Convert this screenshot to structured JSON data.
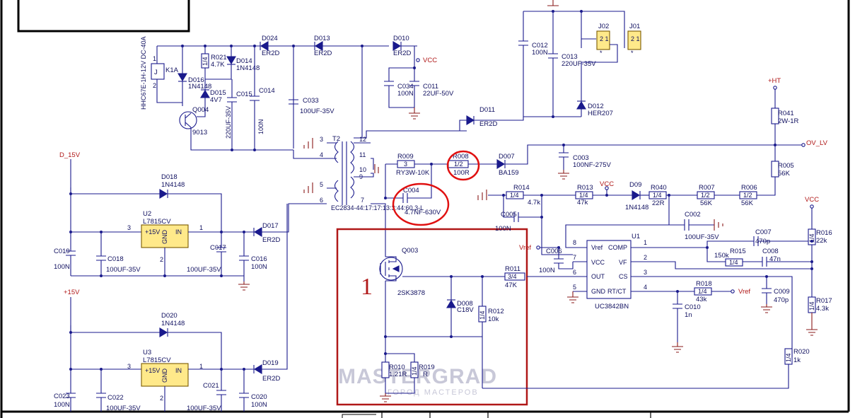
{
  "labels": {
    "relay": "HHC67E-1H-12V DC-40A",
    "k1a": "K1A",
    "j": "J",
    "pin1": "1",
    "pin2": "2",
    "r021": "R021",
    "r021_v": "4.7K",
    "r021_p": "1/4",
    "d014": "D014",
    "d014_v": "1N4148",
    "d016": "D016",
    "d016_v": "1N4148",
    "d015": "D015",
    "d015_v": "4V7",
    "q004": "Q004",
    "q004_v": "9013",
    "c015": "C015",
    "c015_v": "220UF-35V",
    "c014": "C014",
    "c014_v": "100N",
    "c033": "C033",
    "c033_v": "100UF-35V",
    "d024": "D024",
    "d024_v": "ER2D",
    "d013": "D013",
    "d013_v": "ER2D",
    "d010": "D010",
    "d010_v": "ER2D",
    "vcc1": "VCC",
    "c034": "C034",
    "c034_v": "100N",
    "c011": "C011",
    "c011_v": "22UF-50V",
    "c012": "C012",
    "c012_v": "100N",
    "c013": "C013",
    "c013_v": "220UF-35V",
    "j02": "J02",
    "j01": "J01",
    "j_pins": "2 1",
    "d012": "D012",
    "d012_v": "HER207",
    "d011": "D011",
    "d011_v": "ER2D",
    "t2": "T2",
    "t2_pins": [
      "3",
      "4",
      "5",
      "6",
      "7",
      "9",
      "10",
      "11",
      "12"
    ],
    "t2_v": "EC2834-44:17:17:13:3:44:60.3-L",
    "hv": "+HT",
    "r041": "R041",
    "r041_v": "2W-1R",
    "ov_lv": "OV_LV",
    "r005": "R005",
    "r005_v": "56K",
    "r009": "R009",
    "r009_v": "RY3W-10K",
    "r009_p": "3",
    "r008": "R008",
    "r008_v": "100R",
    "r008_p": "1/2",
    "d007": "D007",
    "d007_v": "BA159",
    "c003": "C003",
    "c003_v": "100NF-275V",
    "c004": "C004",
    "c004_v": "4.7NF-630V",
    "r014": "R014",
    "r014_v": "4.7k",
    "r014_p": "1/4",
    "r013": "R013",
    "r013_v": "47k",
    "r013_p": "1/4",
    "vcc2": "VCC",
    "d09": "D09",
    "d09_v": "1N4148",
    "r040": "R040",
    "r040_v": "22R",
    "r040_p": "1/4",
    "r007": "R007",
    "r007_v": "56K",
    "r007_p": "1/2",
    "r006": "R006",
    "r006_v": "56K",
    "r006_p": "1/2",
    "c005": "C005",
    "c005_v": "100N",
    "c002": "C002",
    "c002_v": "100UF-35V",
    "vcc3": "VCC",
    "r016": "R016",
    "r016_v": "22k",
    "r016_p": "1/4",
    "d15v": "D_15V",
    "d018": "D018",
    "d018_v": "1N4148",
    "u2": "U2",
    "u2_v": "L7815CV",
    "reg_in": "IN",
    "reg_out": "+15V",
    "reg_gnd": "GND",
    "reg_p1": "1",
    "reg_p2": "2",
    "reg_p3": "3",
    "d017": "D017",
    "d017_v": "ER2D",
    "c019": "C019",
    "c019_v": "100N",
    "c018": "C018",
    "c018_v": "100UF-35V",
    "c017": "C017",
    "c017_v": "100UF-35V",
    "c016": "C016",
    "c016_v": "100N",
    "p15v": "+15V",
    "d020": "D020",
    "d020_v": "1N4148",
    "u3": "U3",
    "u3_v": "L7815CV",
    "d019": "D019",
    "d019_v": "ER2D",
    "c023": "C023",
    "c023_v": "100N",
    "c022": "C022",
    "c022_v": "100UF-35V",
    "c021": "C021",
    "c021_v": "100UF-35V",
    "c020": "C020",
    "c020_v": "100N",
    "q003": "Q003",
    "q003_v": "2SK3878",
    "d008": "D008",
    "d008_v": "C18V",
    "r012": "R012",
    "r012_v": "10k",
    "r012_p": "1/4",
    "r011": "R011",
    "r011_v": "47K",
    "r011_p": "3/4",
    "r010": "R010",
    "r010_v": "1.21R",
    "r019": "R019",
    "r019_v": "R",
    "box_num": "1",
    "vref1": "Vref",
    "c006": "C006",
    "c006_v": "100N",
    "u1": "U1",
    "u1_v": "UC3842BN",
    "u1_l": [
      "Vref",
      "VCC",
      "OUT",
      "GND"
    ],
    "u1_r": [
      "COMP",
      "VF",
      "CS",
      "RT/CT"
    ],
    "u1_pl": [
      "8",
      "7",
      "6",
      "5"
    ],
    "u1_pr": [
      "1",
      "2",
      "3",
      "4"
    ],
    "c007": "C007",
    "c007_v": "470p",
    "r015": "R015",
    "r015_v": "150k",
    "r015_p": "1/4",
    "c008": "C008",
    "c008_v": "47n",
    "r018": "R018",
    "r018_v": "43k",
    "r018_p": "1/4",
    "vref2": "Vref",
    "c009": "C009",
    "c009_v": "470p",
    "c010": "C010",
    "c010_v": "1n",
    "r017": "R017",
    "r017_v": "4.3k",
    "r017_p": "1/4",
    "r020": "R020",
    "r020_v": "1k",
    "r020_p": "1/4",
    "watermark": "MASTERGRAD",
    "watermark_sub": "ГОРОД МАСТЕРОВ"
  },
  "colors": {
    "wire": "#1a1a8c",
    "highlight": "#e01010",
    "frame": "#000000"
  }
}
